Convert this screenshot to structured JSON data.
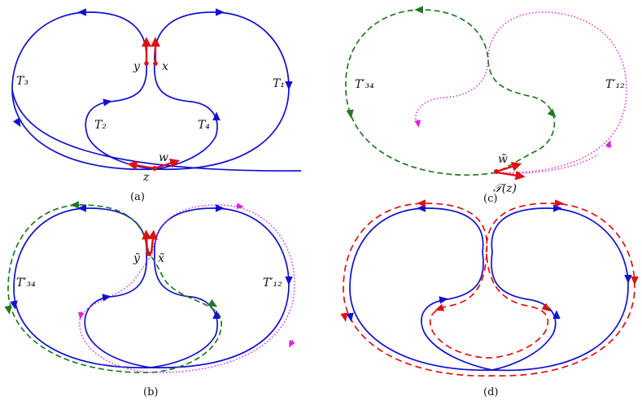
{
  "colors": {
    "blue": "#1010d0",
    "green": "#1f7a1f",
    "magenta": "#e020e0",
    "red": "#e01010"
  },
  "panels": {
    "a": {
      "caption": "(a)",
      "labels": {
        "T3": "T₃",
        "T1": "T₁",
        "T2": "T₂",
        "T4": "T₄",
        "y": "y",
        "x": "x",
        "w": "w",
        "z": "z"
      }
    },
    "b": {
      "caption": "(b)",
      "labels": {
        "T34": "T′₃₄",
        "T12": "T′₁₂",
        "ytilde": "ỹ",
        "xtilde": "x̃"
      }
    },
    "c": {
      "caption": "(c)",
      "labels": {
        "T34": "T′₃₄",
        "T12": "T′₁₂",
        "wtilde": "w̃",
        "Tz": "𝒯(z)"
      }
    },
    "d": {
      "caption": "(d)"
    }
  }
}
